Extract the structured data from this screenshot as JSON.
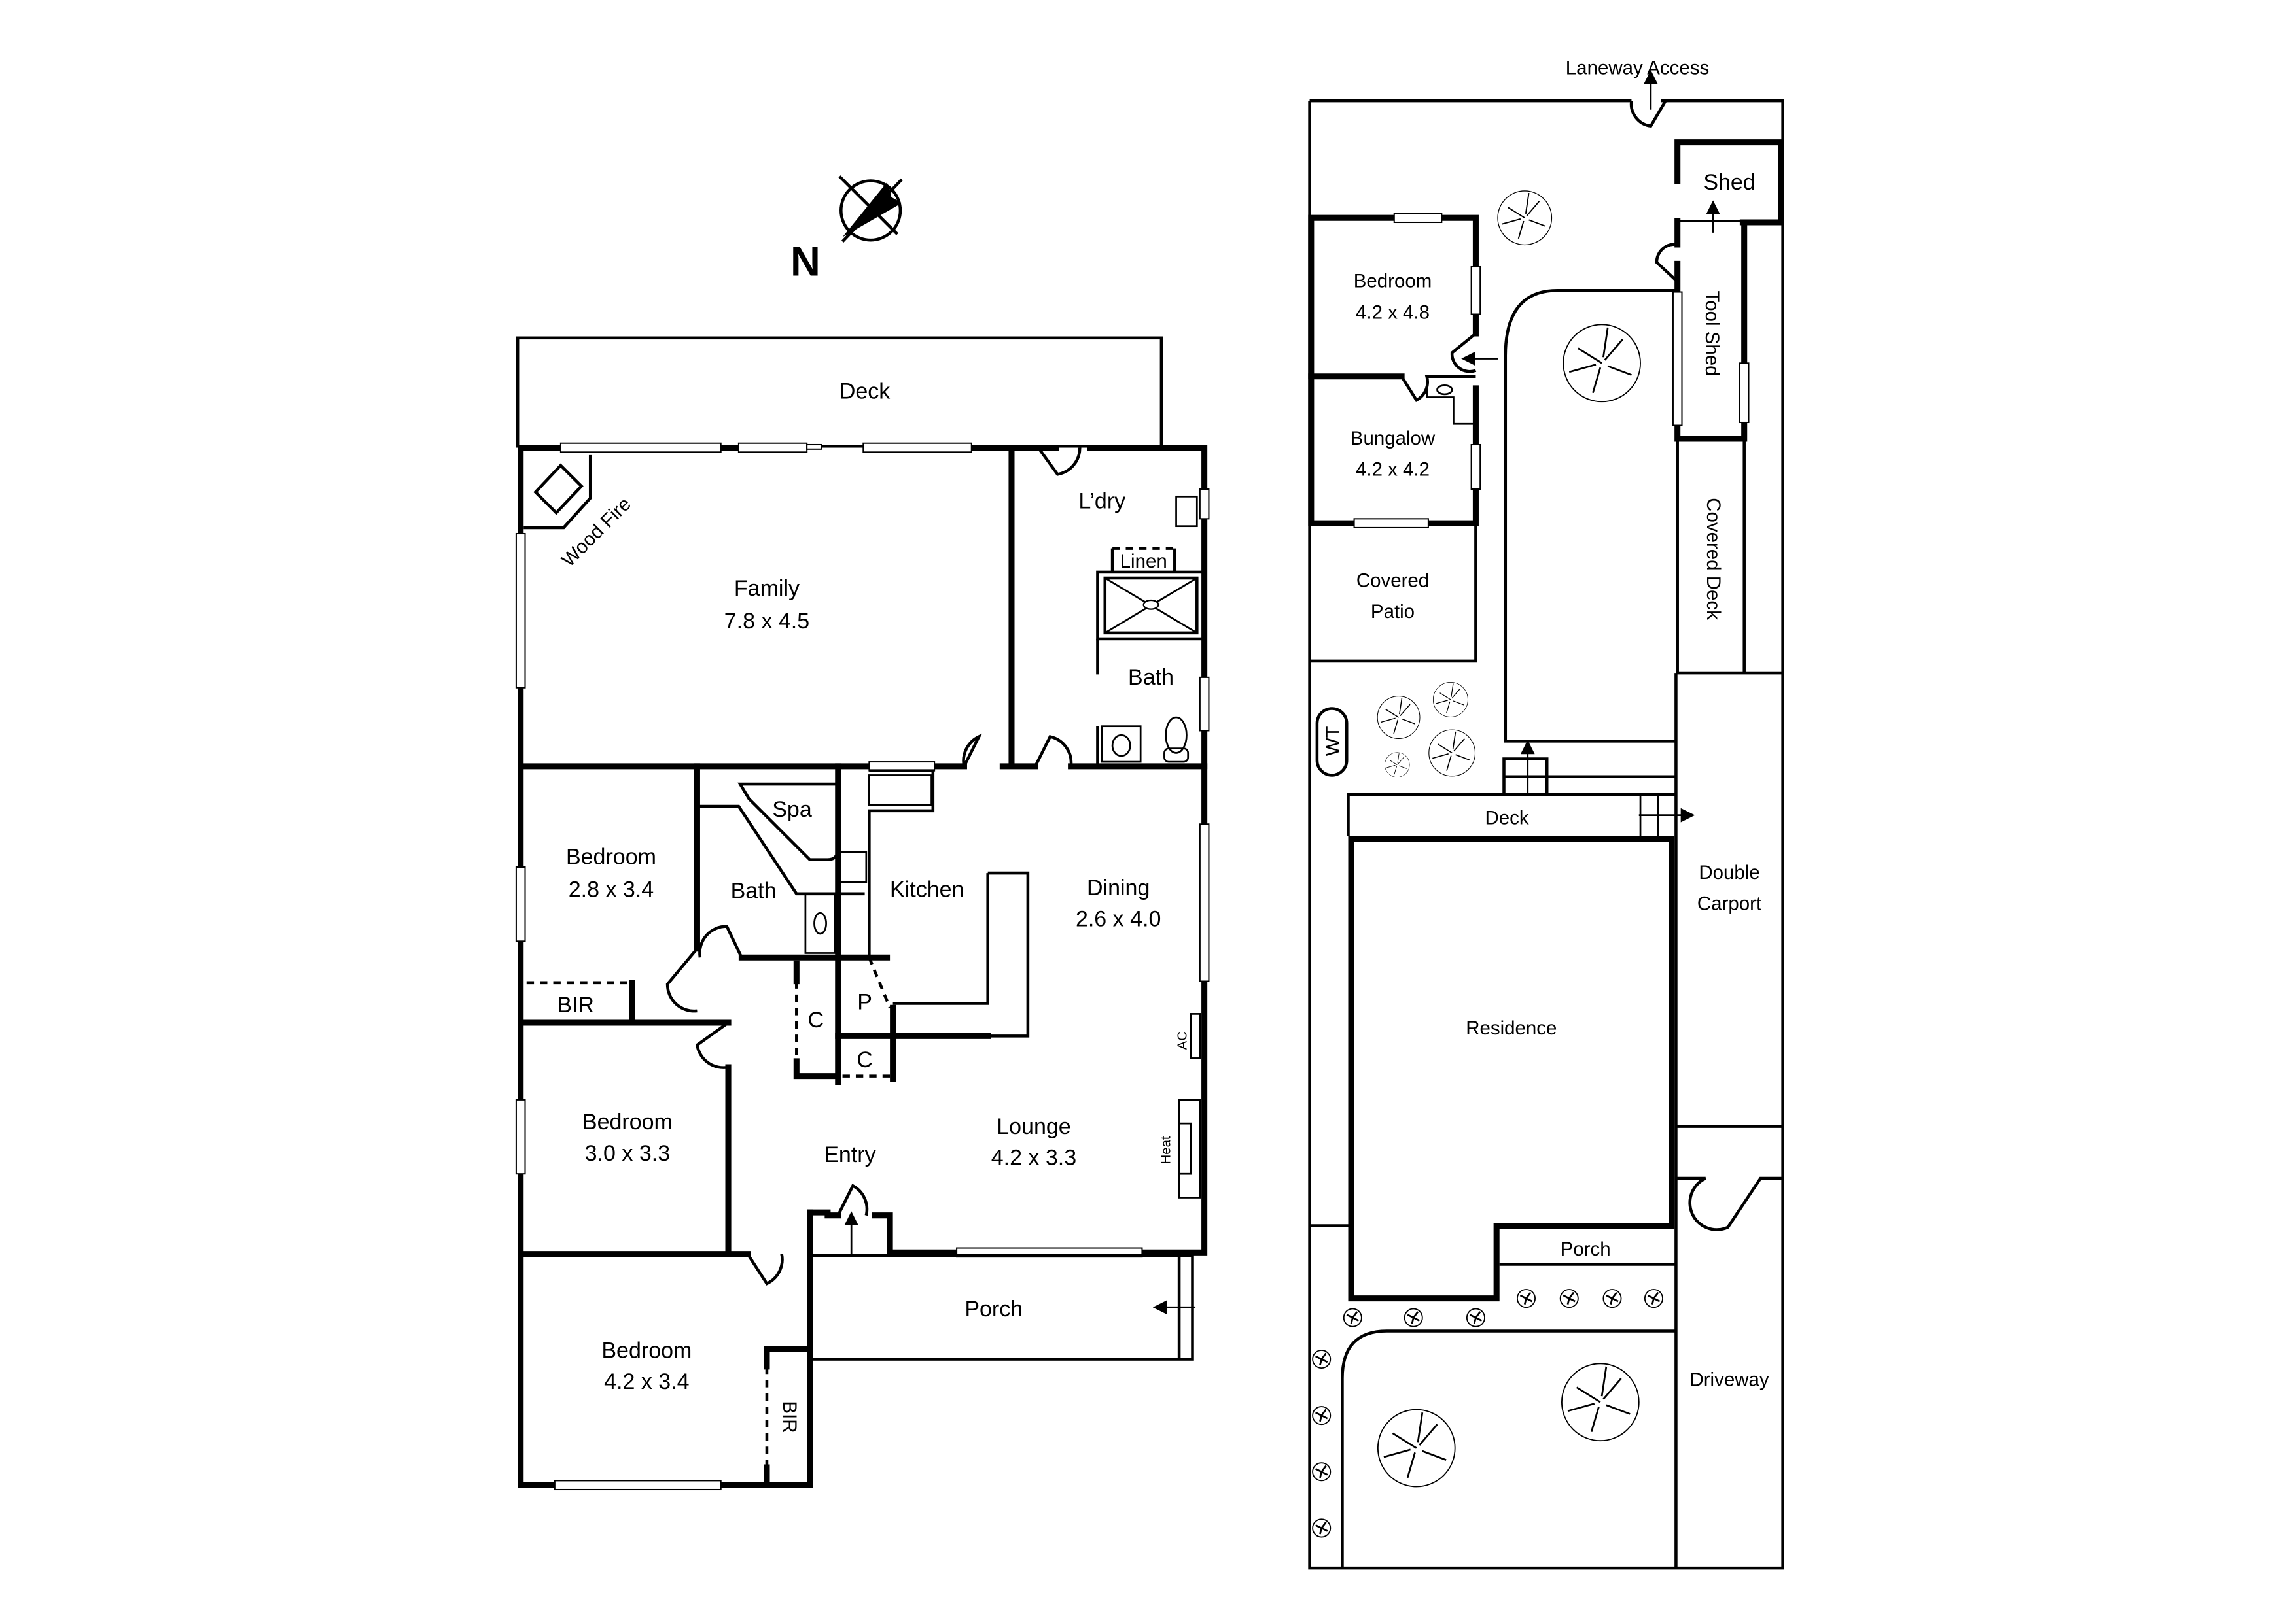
{
  "compass": {
    "label": "N",
    "icon": "north-arrow-icon"
  },
  "floor_plan": {
    "rooms": {
      "deck": {
        "name": "Deck"
      },
      "family": {
        "name": "Family",
        "size": "7.8 x 4.5"
      },
      "wood_fire": {
        "name": "Wood Fire"
      },
      "laundry": {
        "name": "L’dry"
      },
      "linen": {
        "name": "Linen"
      },
      "bath_main": {
        "name": "Bath"
      },
      "bedroom_1": {
        "name": "Bedroom",
        "size": "2.8 x 3.4"
      },
      "bir_1": {
        "name": "BIR"
      },
      "spa": {
        "name": "Spa"
      },
      "bath_2": {
        "name": "Bath"
      },
      "kitchen": {
        "name": "Kitchen"
      },
      "dining": {
        "name": "Dining",
        "size": "2.6 x 4.0"
      },
      "pantry": {
        "name": "P"
      },
      "cupboard_1": {
        "name": "C"
      },
      "cupboard_2": {
        "name": "C"
      },
      "ac": {
        "name": "AC"
      },
      "heat": {
        "name": "Heat"
      },
      "bedroom_2": {
        "name": "Bedroom",
        "size": "3.0 x 3.3"
      },
      "entry": {
        "name": "Entry"
      },
      "lounge": {
        "name": "Lounge",
        "size": "4.2 x 3.3"
      },
      "porch": {
        "name": "Porch"
      },
      "bedroom_3": {
        "name": "Bedroom",
        "size": "4.2 x 3.4"
      },
      "bir_3": {
        "name": "BIR"
      }
    }
  },
  "site_plan": {
    "laneway": {
      "label": "Laneway Access"
    },
    "shed": {
      "name": "Shed"
    },
    "tool_shed": {
      "name": "Tool Shed"
    },
    "bedroom": {
      "name": "Bedroom",
      "size": "4.2 x 4.8"
    },
    "bungalow": {
      "name": "Bungalow",
      "size": "4.2 x 4.2"
    },
    "covered_patio": {
      "line1": "Covered",
      "line2": "Patio"
    },
    "covered_deck": {
      "name": "Covered Deck"
    },
    "water_tank": {
      "name": "WT"
    },
    "deck": {
      "name": "Deck"
    },
    "double_carport": {
      "line1": "Double",
      "line2": "Carport"
    },
    "residence": {
      "name": "Residence"
    },
    "porch": {
      "name": "Porch"
    },
    "driveway": {
      "name": "Driveway"
    }
  }
}
